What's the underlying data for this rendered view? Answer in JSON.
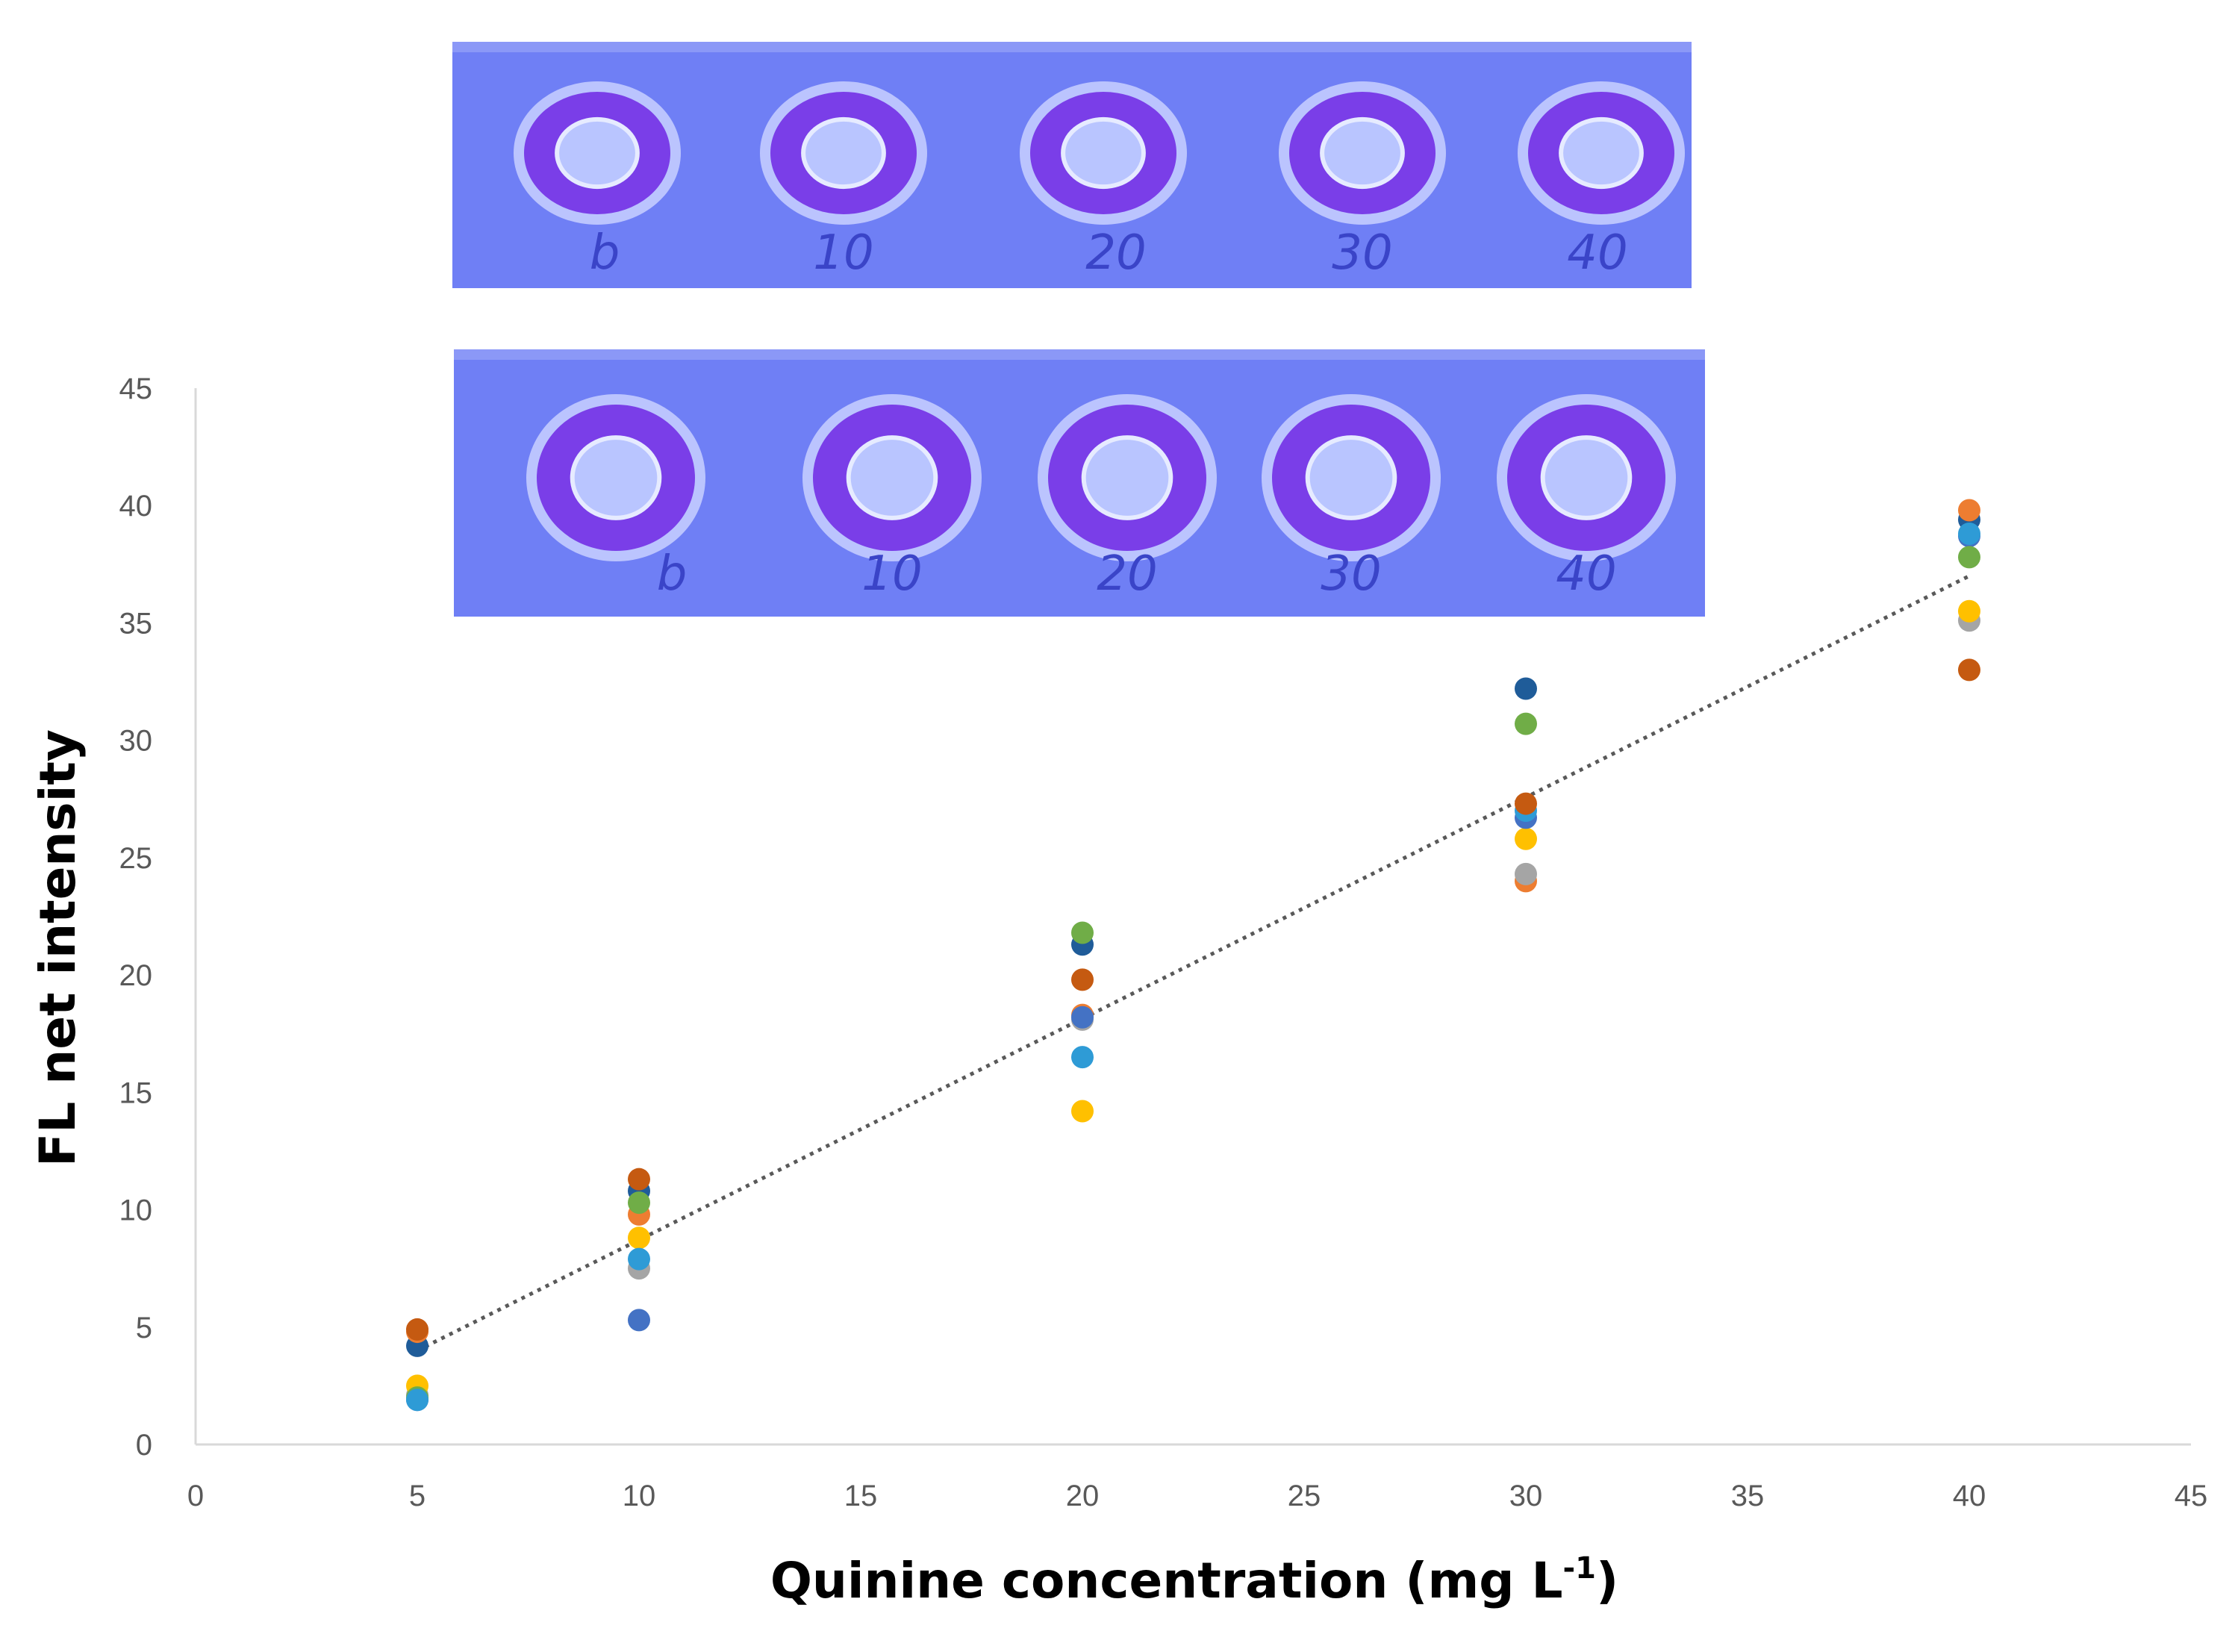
{
  "chart_data": {
    "type": "scatter",
    "xlabel": "Quinine concentration (mg L",
    "xlabel_sup": "-1",
    "xlabel_end": ")",
    "ylabel": "FL net intensity",
    "xlim": [
      0,
      45
    ],
    "ylim": [
      0,
      45
    ],
    "xticks": [
      "0",
      "5",
      "10",
      "15",
      "20",
      "25",
      "30",
      "35",
      "40",
      "45"
    ],
    "yticks": [
      "0",
      "5",
      "10",
      "15",
      "20",
      "25",
      "30",
      "35",
      "40",
      "45"
    ],
    "grid": false,
    "legend": "none",
    "trendline": {
      "style": "dotted",
      "color": "#595959",
      "points": [
        [
          5,
          4.0
        ],
        [
          40,
          37.0
        ]
      ]
    },
    "series": [
      {
        "color": "#1f5c99",
        "points": [
          [
            5,
            4.2
          ],
          [
            10,
            10.8
          ],
          [
            20,
            21.3
          ],
          [
            30,
            32.2
          ],
          [
            40,
            39.4
          ]
        ]
      },
      {
        "color": "#ed7d31",
        "points": [
          [
            5,
            4.8
          ],
          [
            10,
            9.8
          ],
          [
            20,
            18.3
          ],
          [
            30,
            24.0
          ],
          [
            40,
            39.8
          ]
        ]
      },
      {
        "color": "#a5a5a5",
        "points": [
          [
            5,
            2.1
          ],
          [
            10,
            7.5
          ],
          [
            20,
            18.1
          ],
          [
            30,
            24.3
          ],
          [
            40,
            35.1
          ]
        ]
      },
      {
        "color": "#ffc000",
        "points": [
          [
            5,
            2.5
          ],
          [
            10,
            8.8
          ],
          [
            20,
            14.2
          ],
          [
            30,
            25.8
          ],
          [
            40,
            35.5
          ]
        ]
      },
      {
        "color": "#4472c4",
        "points": [
          [
            5,
            1.9
          ],
          [
            10,
            5.3
          ],
          [
            20,
            18.2
          ],
          [
            30,
            26.7
          ],
          [
            40,
            38.7
          ]
        ]
      },
      {
        "color": "#70ad47",
        "points": [
          [
            5,
            2.0
          ],
          [
            10,
            10.3
          ],
          [
            20,
            21.8
          ],
          [
            30,
            30.7
          ],
          [
            40,
            37.8
          ]
        ]
      },
      {
        "color": "#2e9bd6",
        "points": [
          [
            5,
            1.9
          ],
          [
            10,
            7.9
          ],
          [
            20,
            16.5
          ],
          [
            30,
            27.0
          ],
          [
            40,
            38.8
          ]
        ]
      },
      {
        "color": "#c55a11",
        "points": [
          [
            5,
            4.9
          ],
          [
            10,
            11.3
          ],
          [
            20,
            19.8
          ],
          [
            30,
            27.3
          ],
          [
            40,
            33.0
          ]
        ]
      }
    ]
  },
  "plates": [
    {
      "labels": [
        "b",
        "10",
        "20",
        "30",
        "40"
      ]
    },
    {
      "labels": [
        "b",
        "10",
        "20",
        "30",
        "40"
      ]
    }
  ]
}
